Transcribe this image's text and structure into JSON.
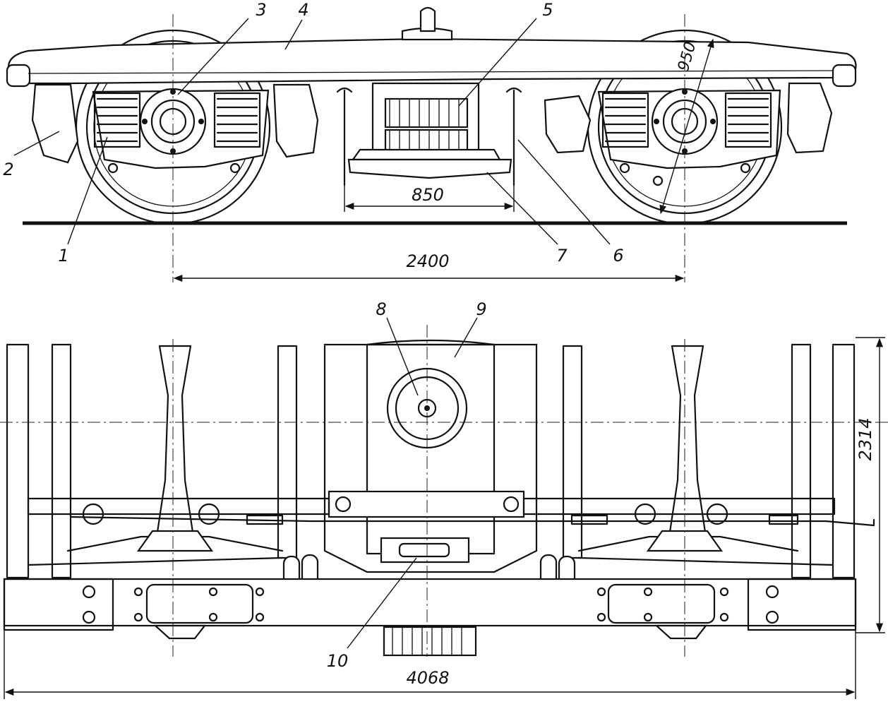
{
  "side_view": {
    "dimensions": {
      "wheelbase": "2400",
      "bolster_span": "850",
      "wheel_diameter": "950"
    },
    "callouts": {
      "c1": "1",
      "c2": "2",
      "c3": "3",
      "c4": "4",
      "c5": "5",
      "c6": "6",
      "c7": "7"
    }
  },
  "plan_view": {
    "dimensions": {
      "overall_length": "4068",
      "overall_width": "2314"
    },
    "callouts": {
      "c8": "8",
      "c9": "9",
      "c10": "10"
    }
  }
}
